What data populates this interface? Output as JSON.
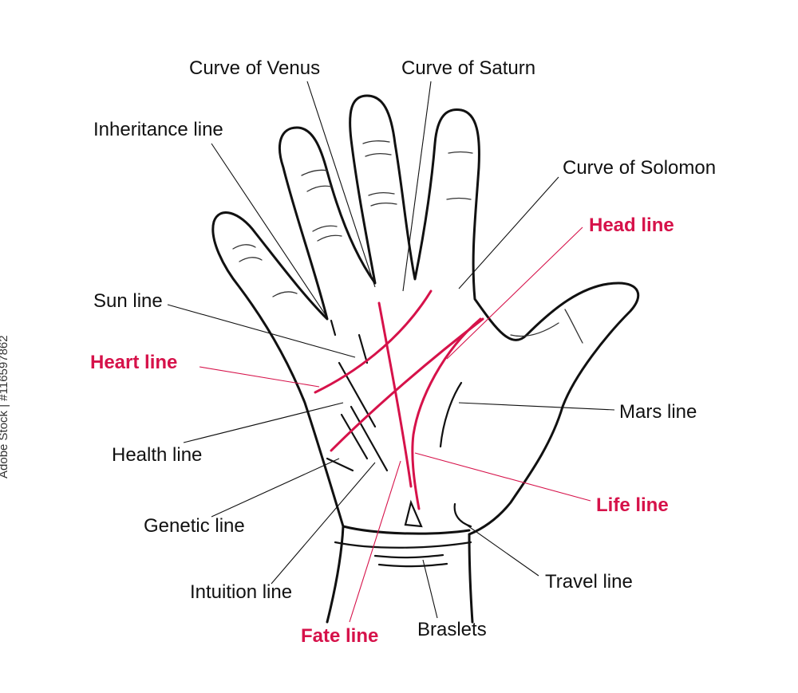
{
  "labels": {
    "curve_of_venus": "Curve of Venus",
    "curve_of_saturn": "Curve of Saturn",
    "inheritance_line": "Inheritance line",
    "curve_of_solomon": "Curve of Solomon",
    "head_line": "Head line",
    "sun_line": "Sun line",
    "heart_line": "Heart line",
    "mars_line": "Mars line",
    "health_line": "Health line",
    "genetic_line": "Genetic line",
    "life_line": "Life line",
    "intuition_line": "Intuition line",
    "travel_line": "Travel line",
    "fate_line": "Fate line",
    "braslets": "Braslets"
  },
  "stock_credit": "Adobe Stock | #116597862",
  "colors": {
    "outline": "#111111",
    "major_lines": "#d6124a",
    "background": "#ffffff"
  }
}
